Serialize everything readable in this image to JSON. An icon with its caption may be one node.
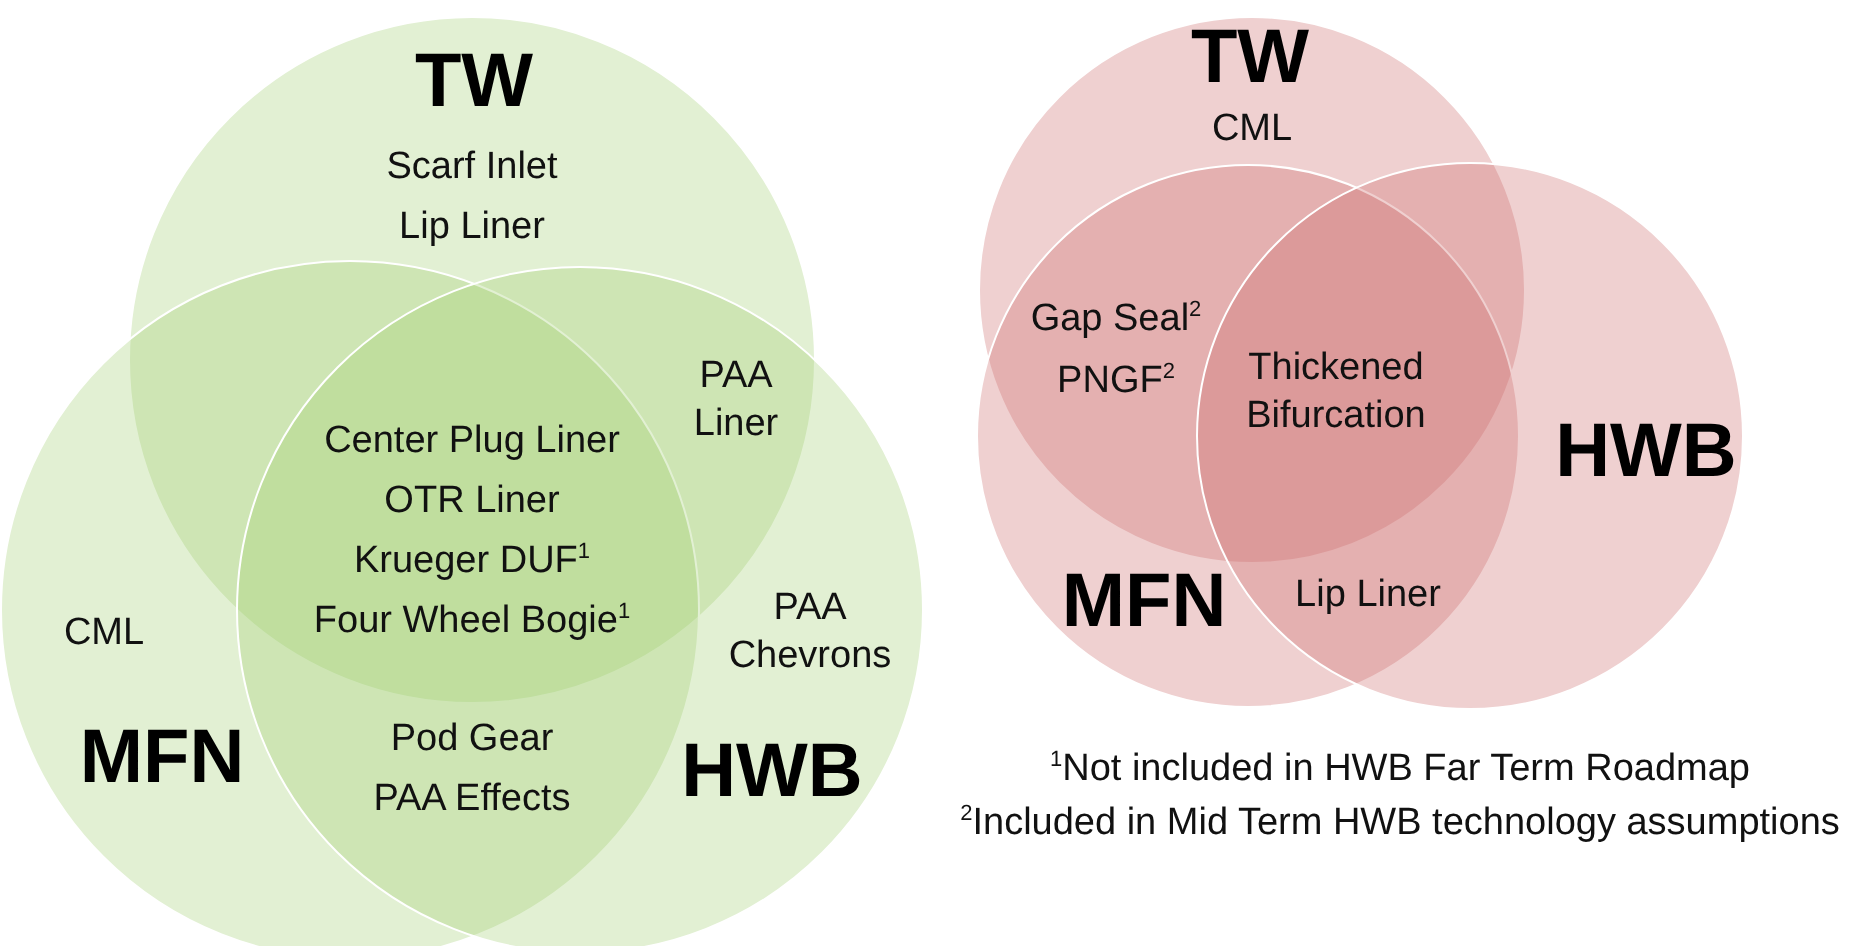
{
  "diagram": {
    "nodes": [
      {
        "text": [
          "TW"
        ]
      },
      {
        "text": [
          "MFN"
        ]
      },
      {
        "text": [
          "HWB"
        ]
      },
      {
        "text": [
          "TW"
        ]
      },
      {
        "text": [
          "MFN"
        ]
      },
      {
        "text": [
          "HWB"
        ]
      }
    ],
    "labels": [
      "Scarf Inlet",
      "Lip Liner",
      "PAA Liner",
      "Center Plug Liner",
      "OTR Liner",
      "Krueger DUF$^{1}$",
      "Four Wheel Bogie$^{1}$",
      "CML",
      "PAA Chevrons",
      "Pod Gear",
      "PAA Effects",
      "CML",
      "Gap Seal$^{2}$",
      "PNGF$^{2}$",
      "Thickened Bifurcation",
      "Lip Liner",
      "$^{1}$Not included in HWB Far Term Roadmap",
      "$^{2}$Included in Mid Term HWB technology assumptions"
    ]
  }
}
